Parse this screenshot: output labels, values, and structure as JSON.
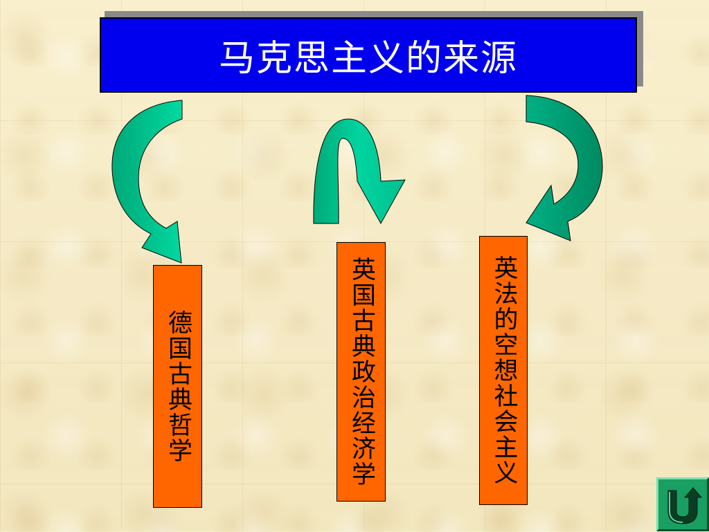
{
  "slide": {
    "title": "马克思主义的来源"
  },
  "sources": [
    {
      "label": "德国古典哲学"
    },
    {
      "label": "英国古典政治经济学"
    },
    {
      "label": "英法的空想社会主义"
    }
  ],
  "nav": {
    "icon": "u-turn-return-icon"
  },
  "colors": {
    "title_bg": "#0000ee",
    "title_text": "#ffffff",
    "box_bg": "#ff6600",
    "arrow_fill": "#00cc99",
    "arrow_dark": "#009966",
    "background": "#f7ecc6",
    "button_bg": "#1a9f63"
  }
}
